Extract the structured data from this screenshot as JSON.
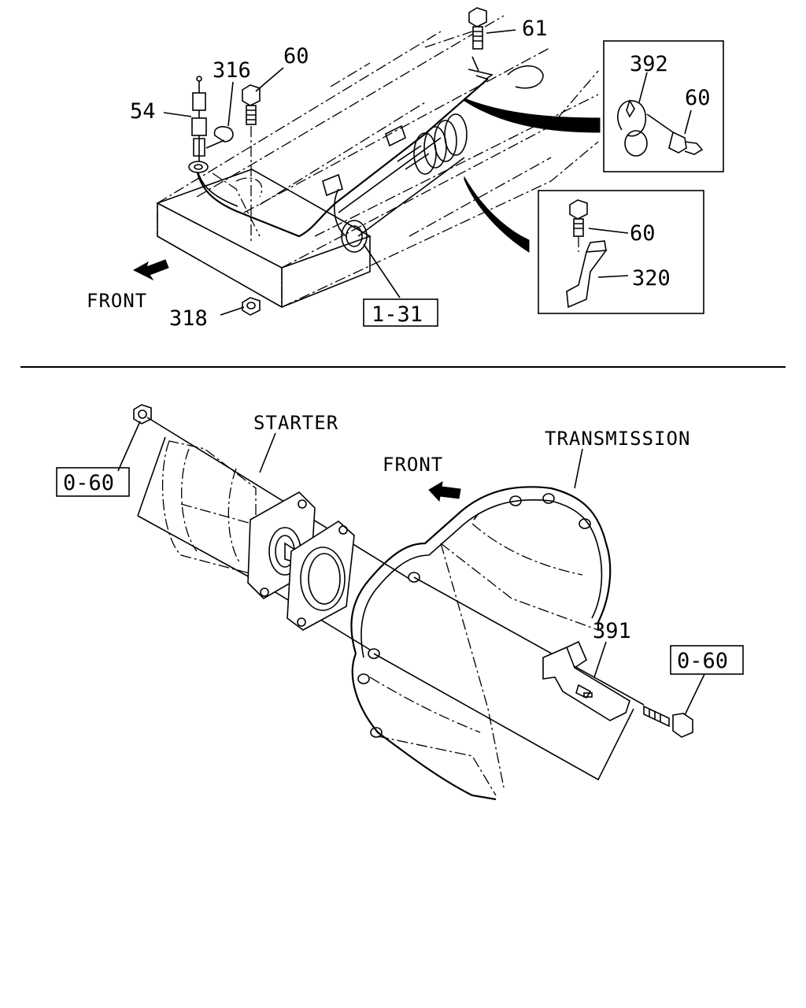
{
  "top_section": {
    "callouts": {
      "p54": "54",
      "p316": "316",
      "p60_top": "60",
      "p61": "61",
      "p318": "318",
      "ref_1_31": "1-31",
      "front": "FRONT"
    },
    "detail_a": {
      "p392": "392",
      "p60": "60"
    },
    "detail_b": {
      "p60": "60",
      "p320": "320"
    }
  },
  "bottom_section": {
    "callouts": {
      "starter": "STARTER",
      "transmission": "TRANSMISSION",
      "front": "FRONT",
      "p391": "391",
      "ref_0_60_left": "0-60",
      "ref_0_60_right": "0-60"
    }
  }
}
